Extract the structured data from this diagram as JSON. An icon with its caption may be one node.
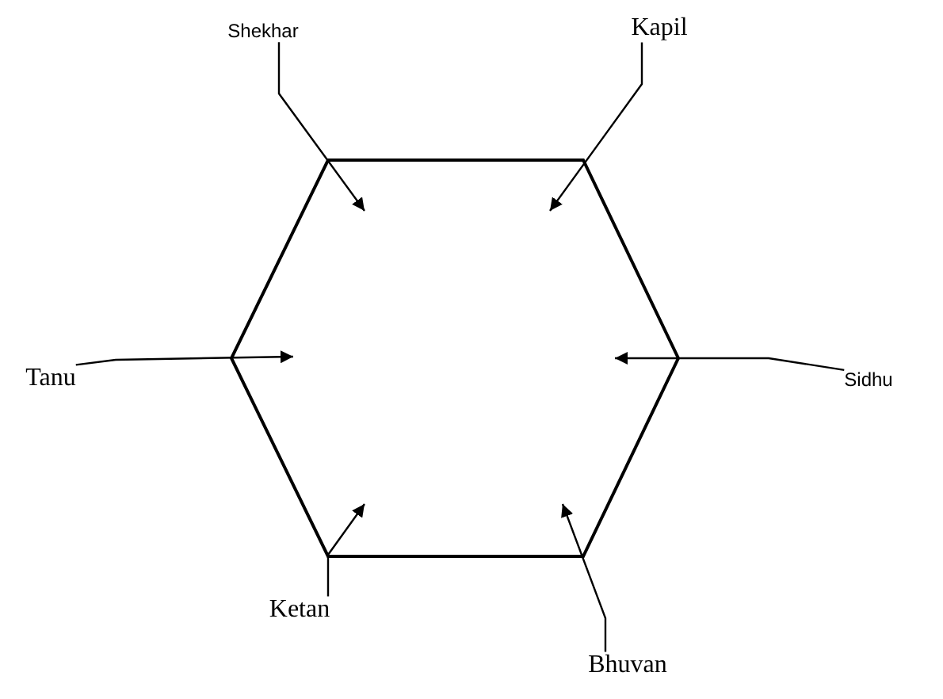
{
  "diagram": {
    "nodes": [
      {
        "text": [],
        "shape": "hexagon"
      },
      {
        "text": [
          "Shekhar"
        ]
      },
      {
        "text": [
          "Kapil"
        ]
      },
      {
        "text": [
          "Tanu"
        ]
      },
      {
        "text": [
          "Sidhu"
        ]
      },
      {
        "text": [
          "Ketan"
        ]
      },
      {
        "text": [
          "Bhuvan"
        ]
      }
    ],
    "edges": [
      {
        "from": 1,
        "to": 0,
        "arrow": "to"
      },
      {
        "from": 2,
        "to": 0,
        "arrow": "to"
      },
      {
        "from": 3,
        "to": 0,
        "arrow": "to"
      },
      {
        "from": 4,
        "to": 0,
        "arrow": "to"
      },
      {
        "from": 5,
        "to": 0,
        "arrow": "to"
      },
      {
        "from": 6,
        "to": 0,
        "arrow": "to"
      }
    ]
  }
}
